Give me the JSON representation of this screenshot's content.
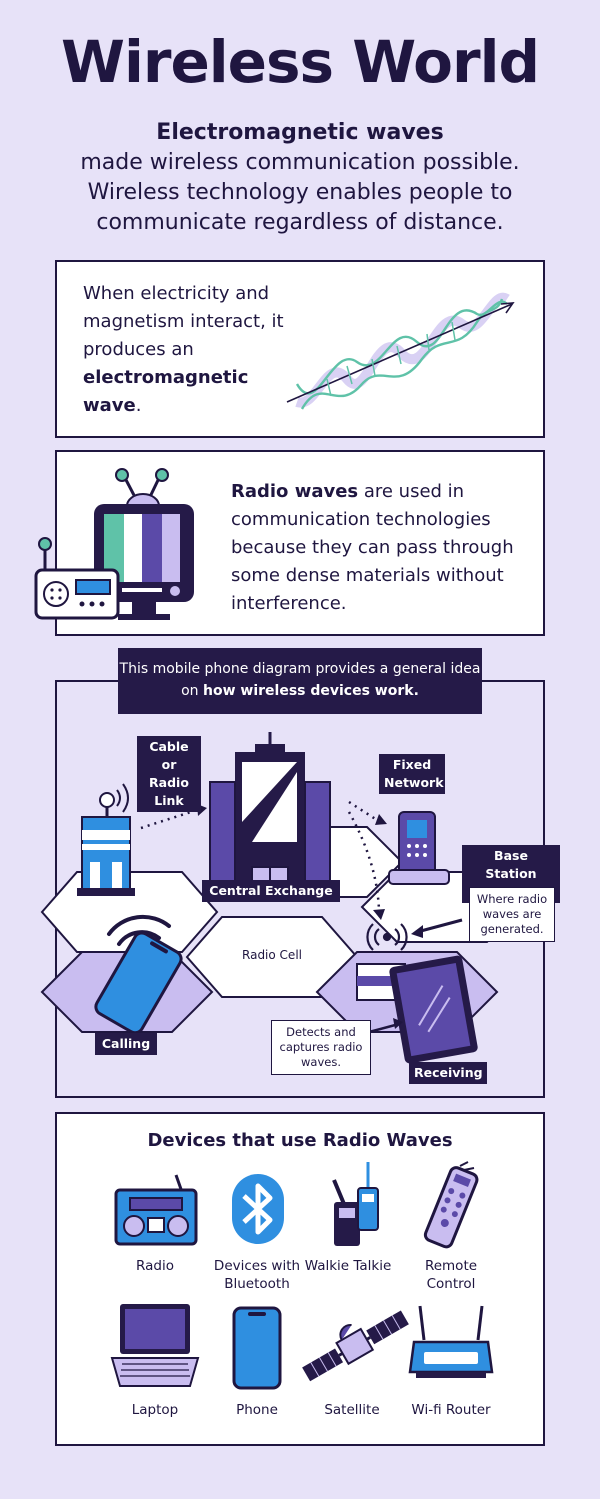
{
  "title": "Wireless World",
  "intro": {
    "bold": "Electromagnetic waves",
    "line1": "made wireless communication possible.",
    "line2": "Wireless technology enables people to",
    "line3": "communicate regardless of distance."
  },
  "em_card": {
    "text_a": "When electricity and magnetism interact, it produces an ",
    "text_bold": "electromagnetic wave",
    "text_c": "."
  },
  "radio_card": {
    "bold": "Radio waves",
    "text": " are used in communication technologies because they can pass through some dense materials without interference."
  },
  "diagram": {
    "header_a": "This mobile phone diagram provides a general idea on ",
    "header_bold": "how wireless devices work.",
    "cable_link": "Cable or Radio Link",
    "fixed_network": "Fixed Network",
    "base_station": "Base Station Antena",
    "base_note": "Where radio waves are generated.",
    "central_exchange": "Central Exchange",
    "radio_cell": "Radio Cell",
    "calling": "Calling",
    "receiving": "Receiving",
    "detect_note": "Detects and captures radio waves."
  },
  "devices": {
    "title": "Devices that use Radio Waves",
    "items": [
      {
        "label": "Radio",
        "icon": "radio-icon"
      },
      {
        "label": "Devices with Bluetooth",
        "icon": "bluetooth-icon"
      },
      {
        "label": "Walkie Talkie",
        "icon": "walkie-talkie-icon"
      },
      {
        "label": "Remote Control",
        "icon": "remote-control-icon"
      },
      {
        "label": "Laptop",
        "icon": "laptop-icon"
      },
      {
        "label": "Phone",
        "icon": "phone-icon"
      },
      {
        "label": "Satellite",
        "icon": "satellite-icon"
      },
      {
        "label": "Wi-fi Router",
        "icon": "wifi-router-icon"
      }
    ]
  },
  "colors": {
    "background": "#e7e2f8",
    "dark": "#1f1640",
    "accent_purple": "#5b4aa8",
    "light_purple": "#c9bdf0",
    "teal": "#5fc2a8",
    "blue": "#2f8fe0"
  }
}
